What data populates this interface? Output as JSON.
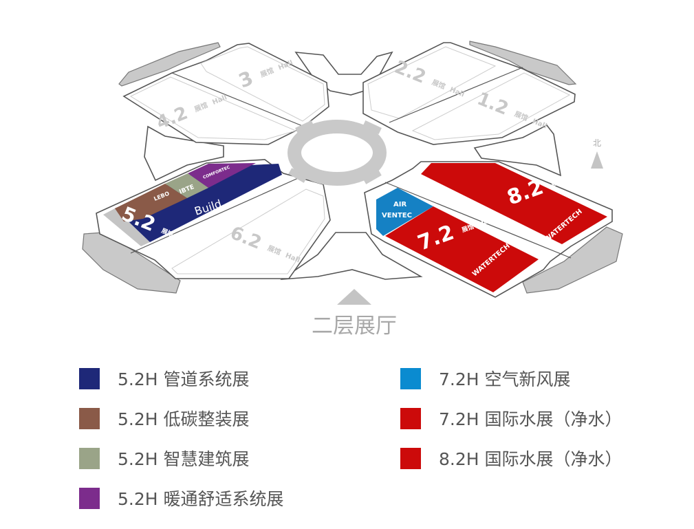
{
  "map": {
    "floor_label": "二层展厅",
    "north_label": "北",
    "hall_word_cn": "展馆",
    "hall_word_en": "Hall",
    "halls": [
      {
        "id": "3",
        "label": "3"
      },
      {
        "id": "4.2",
        "label": "4.2"
      },
      {
        "id": "2.2",
        "label": "2.2"
      },
      {
        "id": "1.2",
        "label": "1.2"
      },
      {
        "id": "6.2",
        "label": "6.2"
      },
      {
        "id": "5.2",
        "label": "5.2"
      },
      {
        "id": "7.2",
        "label": "7.2"
      },
      {
        "id": "8.2",
        "label": "8.2"
      }
    ],
    "logos": {
      "lebo": "LEBO",
      "ibte": "IBTE",
      "comfortec": "COMFORTEC",
      "build": "Build",
      "air": "AIR",
      "ventec": "VENTEC",
      "watertech_72": "WATERTECH",
      "watertech_82": "WATERTECH"
    },
    "colors": {
      "pipe_navy": "#1e2878",
      "lowcarbon_brown": "#8a5a48",
      "smart_green": "#9aa488",
      "hvac_purple": "#7c2c8c",
      "air_blue": "#1581c4",
      "water_red": "#cc0a0a"
    }
  },
  "legend": [
    {
      "label": "5.2H 管道系统展",
      "color": "#1e2878"
    },
    {
      "label": "5.2H 低碳整装展",
      "color": "#8a5a48"
    },
    {
      "label": "5.2H 智慧建筑展",
      "color": "#9aa488"
    },
    {
      "label": "5.2H 暖通舒适系统展",
      "color": "#7c2c8c"
    },
    {
      "label": "7.2H 空气新风展",
      "color": "#0a8bd0"
    },
    {
      "label": "7.2H 国际水展（净水）",
      "color": "#cc0a0a"
    },
    {
      "label": "8.2H 国际水展（净水）",
      "color": "#cc0a0a"
    }
  ]
}
